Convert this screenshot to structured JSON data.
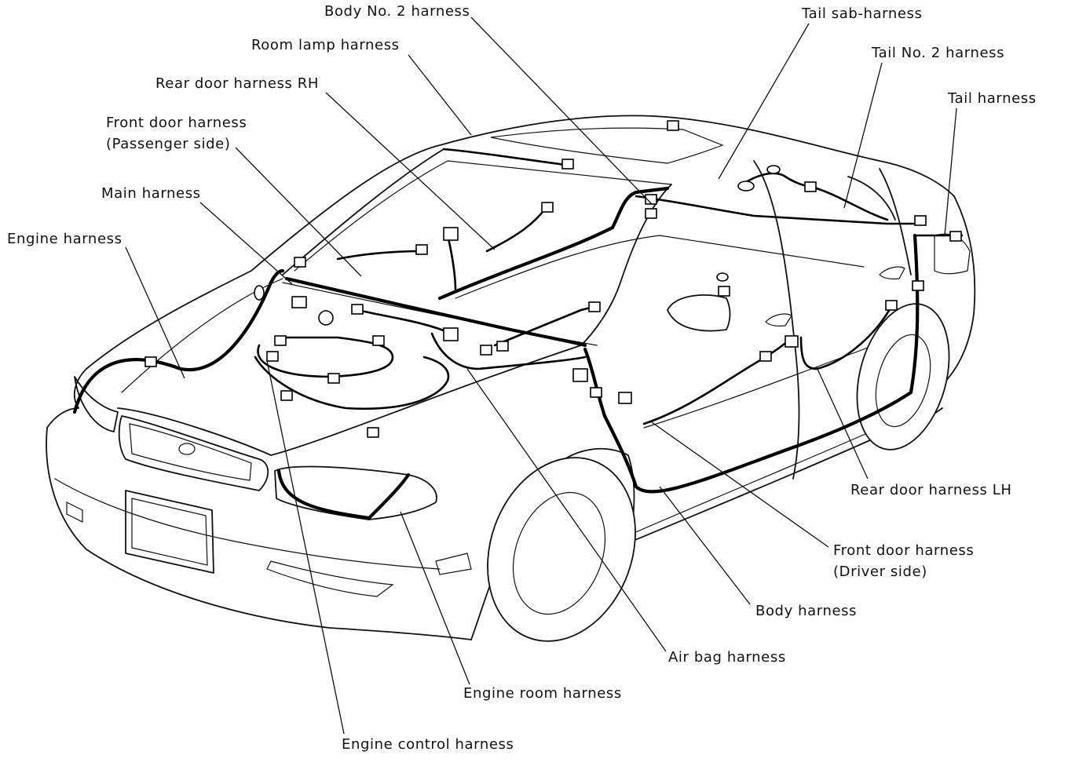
{
  "labels": {
    "body_no2": "Body No. 2 harness",
    "room_lamp": "Room lamp harness",
    "rear_door_rh": "Rear door harness RH",
    "front_door_pass_1": "Front door harness",
    "front_door_pass_2": "(Passenger side)",
    "main": "Main harness",
    "engine": "Engine harness",
    "tail_sab": "Tail sab-harness",
    "tail_no2": "Tail No. 2 harness",
    "tail": "Tail harness",
    "rear_door_lh": "Rear door harness LH",
    "front_door_drv_1": "Front door harness",
    "front_door_drv_2": "(Driver side)",
    "body": "Body harness",
    "air_bag": "Air bag harness",
    "engine_room": "Engine room harness",
    "engine_control": "Engine control harness"
  }
}
